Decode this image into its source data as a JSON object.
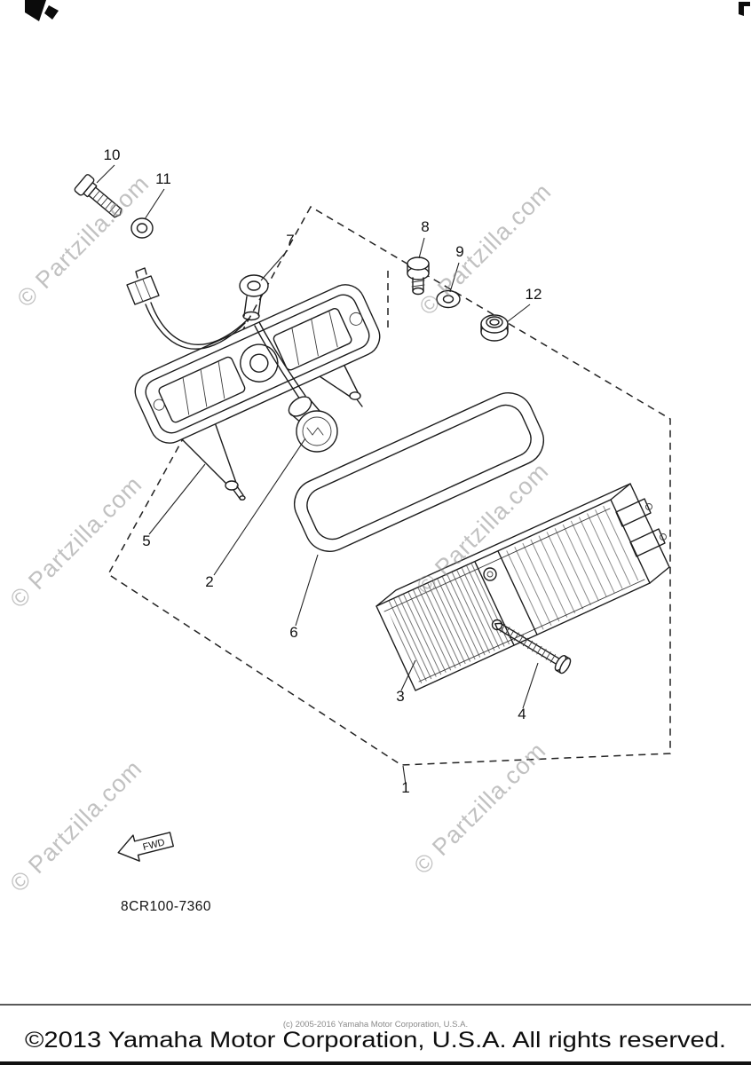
{
  "watermark": {
    "text": "© Partzilla.com"
  },
  "diagram": {
    "part_code": "8CR100-7360",
    "fwd_label": "FWD",
    "callouts": [
      {
        "label": "1"
      },
      {
        "label": "2"
      },
      {
        "label": "3"
      },
      {
        "label": "4"
      },
      {
        "label": "5"
      },
      {
        "label": "6"
      },
      {
        "label": "7"
      },
      {
        "label": "8"
      },
      {
        "label": "9"
      },
      {
        "label": "10"
      },
      {
        "label": "11"
      },
      {
        "label": "12"
      }
    ]
  },
  "footer": {
    "fine_print": "(c) 2005-2016 Yamaha Motor Corporation, U.S.A.",
    "copyright": "©2013 Yamaha Motor Corporation, U.S.A. All rights reserved."
  },
  "colors": {
    "line": "#1c1c1c",
    "watermark": "#8f8f8f",
    "hatch": "#787878",
    "background": "#ffffff"
  }
}
